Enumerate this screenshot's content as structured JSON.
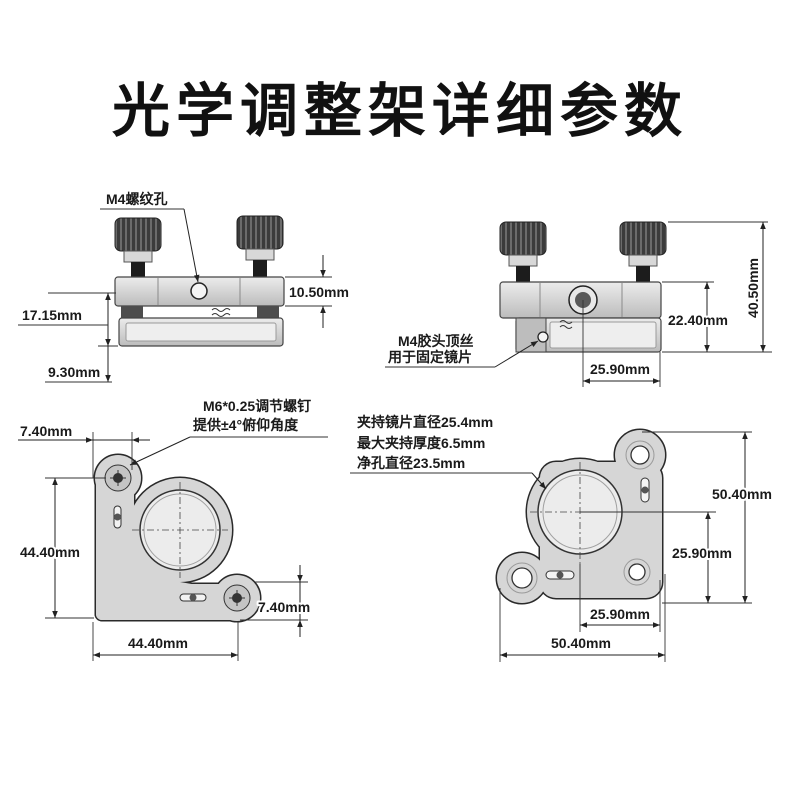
{
  "title": "光学调整架详细参数",
  "side_view_left": {
    "hole_label": "M4螺纹孔",
    "dim_plate": "10.50mm",
    "dim_height": "17.15mm",
    "dim_base": "9.30mm"
  },
  "side_view_right": {
    "setscrew_label": "M4胶头顶丝",
    "setscrew_note": "用于固定镜片",
    "dim_block": "22.40mm",
    "dim_total": "40.50mm",
    "dim_offset": "25.90mm"
  },
  "front_view": {
    "screw_label": "M6*0.25调节螺钉",
    "screw_note": "提供±4°俯仰角度",
    "dim_top": "7.40mm",
    "dim_left": "44.40mm",
    "dim_right": "7.40mm",
    "dim_bottom": "44.40mm"
  },
  "back_view": {
    "lens_diameter": "夹持镜片直径25.4mm",
    "max_thickness": "最大夹持厚度6.5mm",
    "clear_aperture": "净孔直径23.5mm",
    "dim_height": "50.40mm",
    "dim_center_height": "25.90mm",
    "dim_center_width": "25.90mm",
    "dim_width": "50.40mm"
  }
}
